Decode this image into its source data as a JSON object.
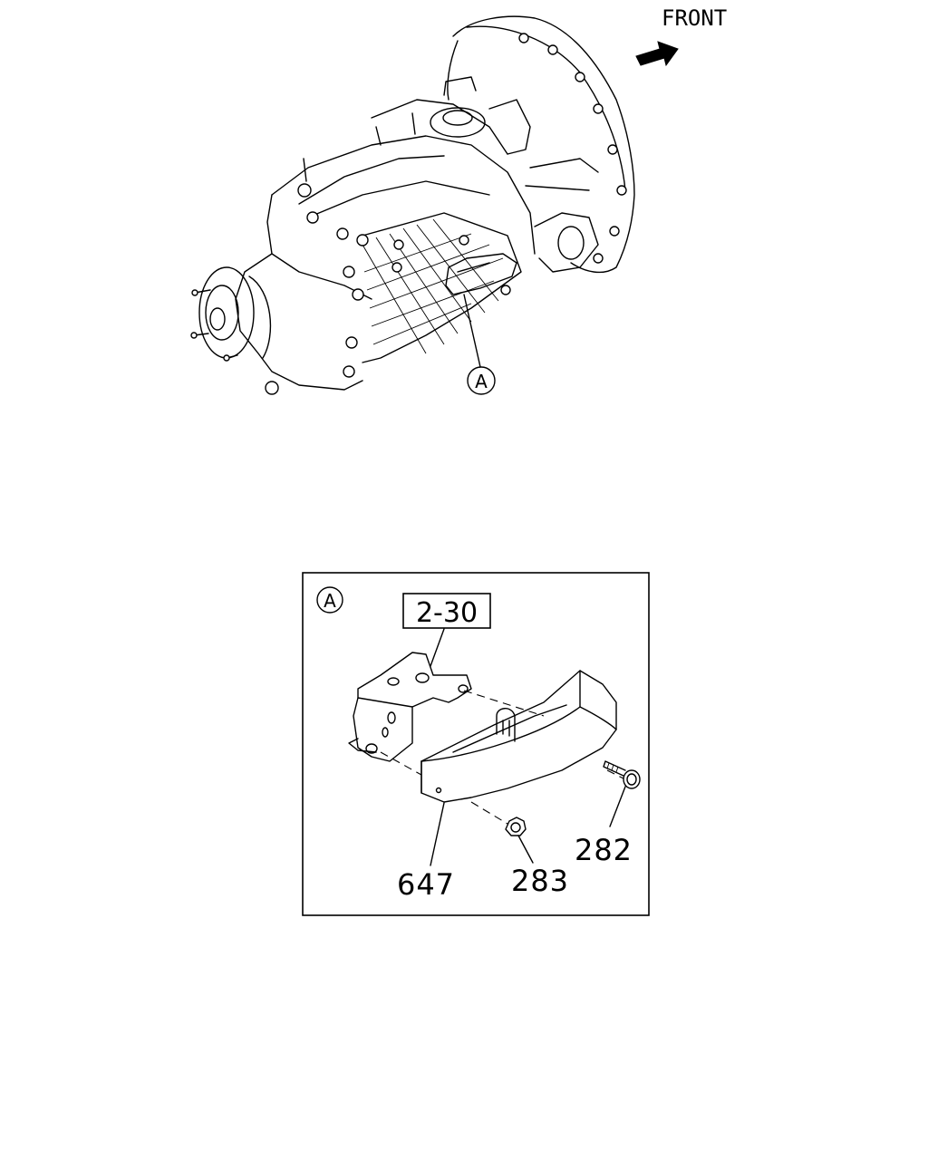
{
  "orientation": {
    "label": "FRONT",
    "icon": "arrow-icon"
  },
  "main_view": {
    "detail_marker": "A"
  },
  "detail_view": {
    "marker": "A",
    "reference_box": "2-30",
    "callouts": [
      {
        "id": "647"
      },
      {
        "id": "283"
      },
      {
        "id": "282"
      }
    ]
  }
}
